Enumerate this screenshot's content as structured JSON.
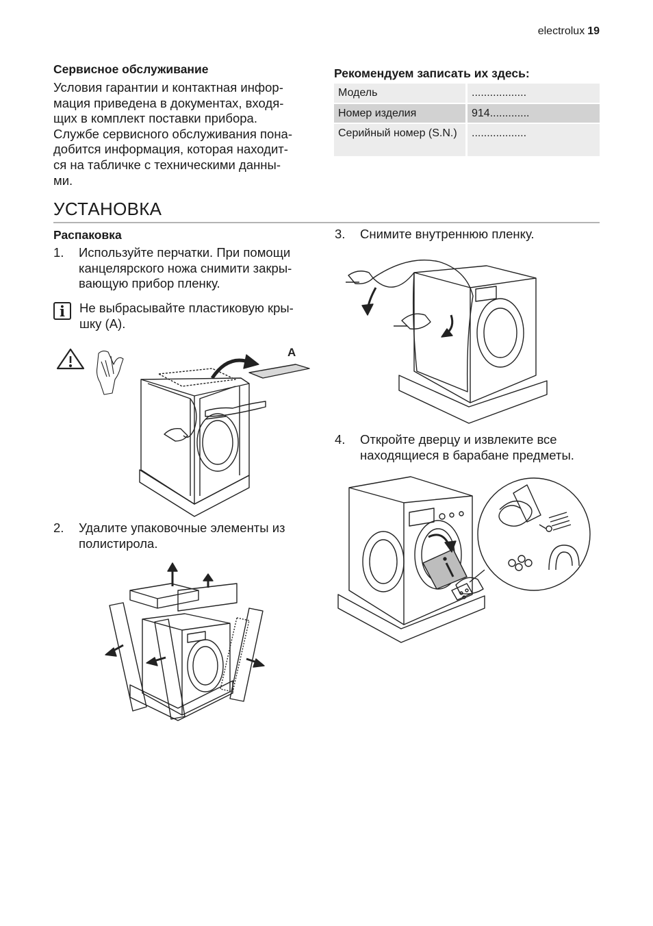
{
  "header": {
    "brand": "electrolux",
    "page_number": "19"
  },
  "service": {
    "heading": "Сервисное обслуживание",
    "body": "Условия гарантии и контактная инфор-\nмация приведена в документах, входя-\nщих в комплект поставки прибора.\nСлужбе сервисного обслуживания пона-\nдобится информация, которая находит-\nся на табличке с техническими данны-\nми."
  },
  "record": {
    "heading": "Рекомендуем записать их здесь:",
    "rows": [
      {
        "label": "Модель",
        "value": ".................."
      },
      {
        "label": "Номер изделия",
        "value": "914............."
      },
      {
        "label": "Серийный номер (S.N.)",
        "value": ".................."
      }
    ]
  },
  "installation": {
    "title": "УСТАНОВКА",
    "unpacking_heading": "Распаковка",
    "steps": [
      {
        "num": "1.",
        "text": "Используйте перчатки. При помощи\nканцелярского ножа снимити закры-\nвающую прибор пленку."
      },
      {
        "num": "2.",
        "text": "Удалите упаковочные элементы из\nполистирола."
      },
      {
        "num": "3.",
        "text": "Снимите внутреннюю пленку."
      },
      {
        "num": "4.",
        "text": "Откройте дверцу и извлеките все\nнаходящиеся в барабане предметы."
      }
    ],
    "info_note": "Не выбрасывайте пластиковую кры-\nшку (А).",
    "cover_label": "A"
  },
  "icons": {
    "info": "info-icon",
    "warning": "warning-triangle-icon",
    "gloves": "gloves-icon",
    "manual_symbol": "i"
  }
}
